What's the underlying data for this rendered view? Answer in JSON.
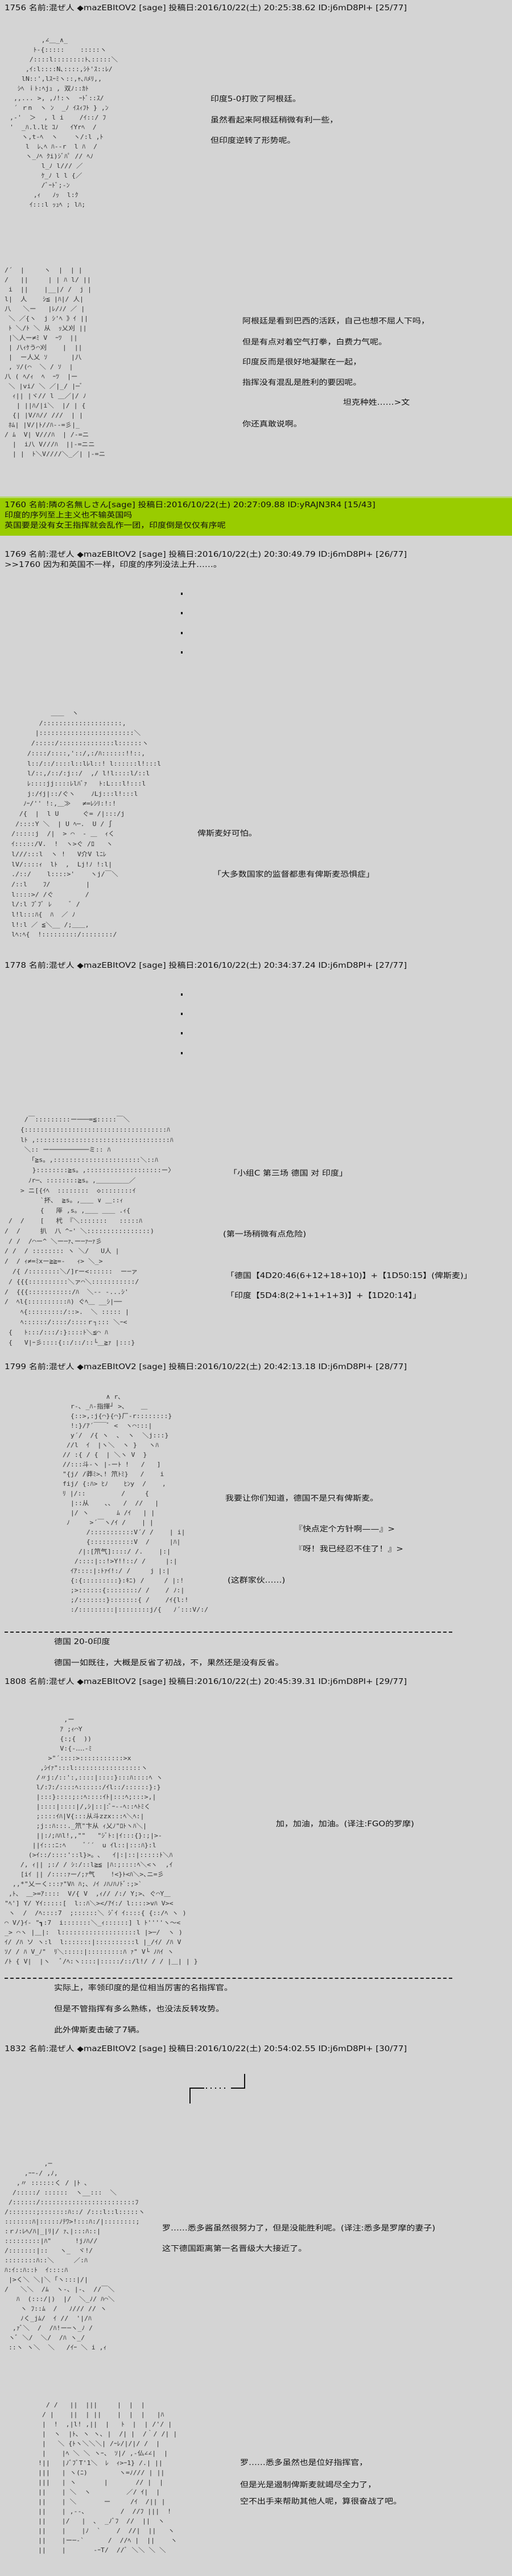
{
  "colors": {
    "background": "#d4d4d4",
    "highlight": "#99cc00"
  },
  "posts": [
    {
      "header": "1756 名前:混ぜ人 ◆mazEBItOV2 [sage] 投稿日:2016/10/22(土) 20:25:38.62 ID:j6mD8PI+ [25/77]",
      "lines": [
        "印度5-0打败了阿根廷。",
        "虽然看起来阿根廷稍微有利一些，",
        "但印度逆转了形势呢。",
        "阿根廷是看到巴西的活跃，自己也想不屈人下吗，",
        "但是有点对着空气打拳，白费力气呢。",
        "印度反而是很好地凝聚在一起，",
        "指挥没有混乱是胜利的要因呢。",
        "坦克种姓……>文",
        "你还真敢说啊。"
      ]
    },
    {
      "header": "1760 名前:隣の名無しさん[sage] 投稿日:2016/10/22(土) 20:27:09.88 ID:yRAJN3R4 [15/43]",
      "lines": [
        "印度的序列至上主义也不输英国吗",
        "英国要是没有女王指挥就会乱作一团，印度倒是仅仅有序呢"
      ]
    },
    {
      "header": "1769 名前:混ぜ人 ◆mazEBItOV2 [sage] 投稿日:2016/10/22(土) 20:30:49.79 ID:j6mD8PI+ [26/77]",
      "lines": [
        ">>1760 因为和英国不一样，印度的序列没法上升……。",
        "俾斯麦好可怕。",
        "「大多数国家的监督都患有俾斯麦恐惧症」"
      ]
    },
    {
      "header": "1778 名前:混ぜ人 ◆mazEBItOV2 [sage] 投稿日:2016/10/22(土) 20:34:37.24 ID:j6mD8PI+ [27/77]",
      "lines": [
        "「小组C 第三场 德国 对 印度」",
        "(第一场稍微有点危险)",
        "「德国【4D20:46(6+12+18+10)】+【1D50:15】(俾斯麦)」",
        "「印度【5D4:8(2+1+1+1+3)】+【1D20:14】」"
      ]
    },
    {
      "header": "1799 名前:混ぜ人 ◆mazEBItOV2 [sage] 投稿日:2016/10/22(土) 20:42:13.18 ID:j6mD8PI+ [28/77]",
      "lines": [
        "我要让你们知道，德国不是只有俾斯麦。",
        "『快点定个方针啊——』>",
        "『呀！我已经忍不住了！』>",
        "(这群家伙……)",
        "德国 20-0印度",
        "德国一如既往，大概是反省了初战，不，果然还是没有反省。"
      ]
    },
    {
      "header": "1808 名前:混ぜ人 ◆mazEBItOV2 [sage] 投稿日:2016/10/22(土) 20:45:39.31 ID:j6mD8PI+ [29/77]",
      "lines": [
        "加，加油，加油。(译注:FGO的罗摩)",
        "实际上，率领印度的是位相当厉害的名指挥官。",
        "但是不管指挥有多么熟练，也没法反转攻势。",
        "此外俾斯麦击破了7辆。"
      ]
    },
    {
      "header": "1832 名前:混ぜ人 ◆mazEBItOV2 [sage] 投稿日:2016/10/22(土) 20:54:02.55 ID:j6mD8PI+ [30/77]",
      "lines": [
        "罗……悉多酱虽然很努力了，但是没能胜利呢。(译注:悉多是罗摩的妻子)",
        "这下德国距离第一名晋级大大接近了。",
        "罗……悉多虽然也是位好指挥官，",
        "但是光是遏制俾斯麦就竭尽全力了，",
        "空不出手来帮助其他人呢，算很奋战了吧。"
      ]
    }
  ],
  "art": {
    "a1": "        ,∠＿_∧_\n      ﾄ-{:::::    :::::ヽ\n     /::::l::::::::ﾄ､:::::＼\n    ,ｲ:l::::N､::::,ｼﾄ'ｽ::ﾚ/\n   lN::',lｽｰﾐヽ::,ｬ､ﾊﾒﾘ,,\n  ｼﾍ ｉﾄ:ﾍjｭ , 双ﾉ::ｶﾄ\n ,,... >, ,ﾉ!:ヽ  ｰﾄﾞ::ｽ/\n ´ ｒn  ヽ ﾝ  _ﾉ ｲｽｨﾌﾄ } ,ﾝ\n,-'  ＞  , l i    /ｲ::/ ﾌ\n'  _ﾊ.l.lﾋ ｺﾉ   ｲYrﾍ  /\n   ヽ,t-ﾍ  ヽ    ヽ/:l ,ﾄ\n    l  ﾚ､ﾍ ﾊ-‐r  l ﾊ  /\n    ヽ_ﾉﾍ ｸi)ｼﾞﾊﾟ // ﾍﾉ\n        l_ﾉ l/// ／\n        ｹ_ﾉ l l {／\n        /ﾞｰﾄﾞ;‐ﾝ\n      ,ｨ   ﾉｯ  l:ｸ\n     ｲ:::l ｯｭﾍ ; lﾊ;",
    "a2": "/´  |     ヽ  |  | |\n/   ||     | | ﾊ l/ ||\n i  ||    |__|/ /  j |\nl|  人    ｼ≦ |ﾊ|/ 人|\n八   ＼ー   |ﾚ/ﾉ/ ／ |\n ＼ ／{ヽ  j ｼ'ﾍ 》ｲ ||\n ﾄ ＼/ﾄ ＼ 从  ｯ乂刈 ||\n |＼人ー≠ﾐ V  ｰﾂ  ||\n | 八ｨｹう⌒刈    |  ||\n |  ー人乂 ｿ      |八\n , ｿ/(⌒  ＼ / ｿ  |\n八 ( ﾍ/ｨ  ﾍ  ｰﾂ  |ー\n ＼ |vi/ ＼ ／|_/ |─ﾞ\n  ｨ|| |ヾ// l ＿／|/ ﾉ\n   | ||ﾊ/|i＼  |/ | {\n  {| |V/ﾊ// ///  | |\n ﾎﾑ| |V/|ﾄ//ﾊ--=彡|_\n/ ﾑ  V| V///ﾊ  | /-=ニ\n  |  i八 V///ﾊ  ||-=ニニ\n  | |  ﾄ＼V////＼_／| |-=ニ",
    "a3": "          ＿＿  ヽ\n       /::::::::::::::::::::,\n      |::::::::::::::::::::::::＼\n     /:::::/::::::::::::::l::::::ヽ\n    /::::/::::,'::/,:/ﾊ::::::!!::,\n    l::/::/::::l::lﾚl::! l::::::l!:::l\n    l/::,/::/:j::/  ,/ l!l::::l/::l\n    ﾚ::::jj::::ﾚlﾊﾞｧ   ﾄ:L:::l!:::l\n    j:/ｲj|::/ぐヽ    ﾉLj:::l!:::l\n   ﾉｰ/'' !:,＿≫   ≠=ﾚｼﾘ:!:!\n  /{  |  l U      ぐ= /|:::/j\n /::::Y ＼  | U ﾍ─.  U / ∫\n/:::::j  /|  > ⌒  ‐ ＿  ｨく\nｲ:::::/V.  !  ヽ>ぐ /ﾛ   ヽ\nl///:::l  ヽ !   V介V lﾆﾚ\nlV/::::ｨ  lﾄ  ,  Lj!ﾉ !:l|\n./::/    l::::>'    ヽj/￣＼\n/::l    ﾌ/         |\nl::::>/ /ぐ        /\nl/:l ﾌﾞﾌﾞ ﾚ     ﾞ /\nl!l:::ﾊ{  ﾊ  ／ ﾉ\nl!:l ／ ≦＼__ /;＿＿,\nlﾍ:ﾍ{  !:::::::::/::::::::/",
    "a4": "     /￣:::::::::ー───=≦:::::￣＼\n    {::::::::::::::::::::::::::::::::::::ﾊ\n    lﾄ ,::::::::::::::::::::::::::::::::::ﾊ\n     ＼:: ー──────────ミ:: ﾊ\n      「≧s。,::::::::::::::::::::::＼::ﾊ\n       }::::::::≧s。,:::::::::::::::::::ー〉\n      ﾉr─、::::::::≧s。,＿＿＿＿＿／\n    > ニ[{ｲﾍ  ::::::::  ◇::::::::ｲ\n         `抔､  ≧s。,＿＿ ∨ ＿::ｨ\n         {   厗 ,s。,＿＿ ＿＿ .ｨ{\n /  /    [   杙 『＼:::::::   :::::ﾊ\n/  /     扒  八 ^ｰ' ＼::::::::::::::::)\n / /  /⌒ー^ ＼ー─ｧ､ー─ｧ─ｧ彡\n/ /  / :::::::: ヽ ＼/   U人 |\n/  / ｨ≠=ﾐxー≧≧=-   ｨ> ＼_>\n  /{ /::::::::＼/]rー<::::::  ー─ァ\n / {{{::::::::::＼ァ⌒＼:::::::::::/\n/  {{{:::::::::::/ﾊ  ＼-- ‐...ｼ'\n/  ﾍl{::::::::::ﾊ) ぐﾍ＿ __ｼ|──\n    ﾍ{:::::::::/::>.  ＼ ::::: |\n    ﾍ::::::/::::/::::ｒ┐::: ＼ｰ<\n {   ﾄ:::/:::/:}::::ﾄ＼≦⌒ ﾊ\n {   V|ｰ彡::::{::/::/::└＿≧ｧ |:::}",
    "a5": "           ∧ r､\n  r‐､ _ﾊ-指揮┘ >､    ＿\n  {::>,:j{⌒}{⌒}厂‐r::::::::}\n  !:}/ｱ´￣￣ﾞ <  ヽ⌒:::|\n  y´/  /{ ヽ  ､  ヽ  ＼j:::}\n //l  ｲ  |ヽ＼  ヽ }   ヽﾊ\n// :{ / {  | ＼ヽ V  }\n//:::斗‐ヽ |‐ーﾄ !   /   ]\n\"{j/ /莽ﾐ>､! 笊ﾄﾐ}   /    i\nfij/ {:ﾊ> ﾋﾉ    ﾋﾝy  /    ,\nﾘ |/::         /     {\n  |::从    ､､   /  //   |\n  |/ ヽ       ﾑ /ｲ   | |\n ﾉ     >´￣ヽ/ｲ /    | |\n      /:::::::::::V´/ /    | i|\n      {:::::::::::V  /     |ﾊ|\n    /|:[笊气]::::/ /.    |:|\n   /::::|::!>Y!!::/ /     |:|\n  ｲｱ::::|:ﾄｧｲ!:/ /     j |:|\n  {:{:::::::::}:ｷﾆ) /     / |:!\n  ;>::::::{::::::::/ /    / ﾉ:|\n  ;/:::::::}:::::::{ /    /ｲ{l:!\n  :/:::::::::|::::::::j/{   ﾉ´:::V/:/",
    "a6": "               ,ー\n              ｱ ;ｨ⌒Y\n              {:;{  ))\n              V:{-‥‥-ﾐ\n           >\"´::::>:::::::::::>x\n         ,ｼｲｧ\":::l:::::::::::::::::ヽ\n        /〃j:/::':,::::|::::}:::ﾊ::::ﾍ ヽ\n        l/:ﾌ:/::::ﾍ::::::/ｲl::/::::::}:}\n        |:::}::::;::ﾍ::::ｲﾄ|:::ﾍ;:::>,|\n        |::::|::::|/,ｼ|::|:ﾞｰ‐‐ﾍ::ﾍﾄﾐく\n        ;::::ｲﾊ|V{:::从斗zzx:::ﾍ＼ﾍ:|\n        ;j::ﾊ:::._笊\"卞从 ｨ乂ﾉ\"ﾛﾄヽﾊ＼|\n        ||:ﾉ;ﾊﾊl!,,\"\"   \"ｼﾞﾄ:|ｲ:::{}:;|>‐\n       ||ｲ:::ﾆ:ﾍ     ﾞ´´  u ｲl::|:::ﾊ}:l\n      (>ｲ::/::::'::l}>。､   ｲ|:|::|:::::ﾄ＼ﾊ\n    /, ｨ|| ;:/ / ｼ:/::l≧≦ |ﾊ:;::::ﾍ＼<ヽ  ,ｲ\n    [iｲ || /::::ｧー/;ｧ气    !<}ﾄ<ﾊ＼>､ニ=彡\n  ,,*\"乂ーく:::ｧ\"Vﾊ ﾊ;､ ﾉｲ ﾉﾊﾉﾊﾉﾄﾞ:;>`\n ,ﾄ、 ＿>=ｱ::::  V/{ V  ,ｨ// /:/ Y;>､ ぐ⌒Y＿\n\"ﾍ'] Y/ Yｲ:::::[  l::ﾊ＼></ｱｲ:/ l::::>vﾊ V><\n ヽ  /  /ﾍ::::7  ;::::::＼ ｼﾞｲ ｲ::::{ {::/ﾍ ヽ )\n⌒ V/}ｲ- \"┓:7  i:::::::＼_ｨ::::::] l ﾄ''''ヽ〜<\n_> ⌒ヽ |＿|:  l:::::::::::::::::::l |>─/  ヽ )\nｲ/ /ﾊ ソ ヽ:l  l:::::::|::::::::::l |_/ｲ/ /ﾊ V\nｿ/ / ﾊ V_ﾉ\"  ﾘ＼:::::|:::::::::ﾊ ｧ\" V└ ﾉﾊｲ ヽ\n/ﾄ { V|  |ヽ   ﾞ/ﾍ:ヽ::::|:::::/::/l!/ / / |＿| | }",
    "a7": "          ,─\n     ,ｰｰ-/ ,ﾉ,\n   ,〃 ::::::く / |ﾄ ､\n  /:::::/ ::::::  ヽ__:::  ＼\n /::::::/::::::::::::::::::::::::ﾌ\n/:::::::;:::::::ﾊ::/ /:::l::l:::::ヽ\n:::::::ﾊ|:::::ﾉﾃﾜ>!:::ﾊ:/|::::::::;\n:ｒﾉ:ﾚﾍ/ﾊ|_|ﾘ|/ ｧ､|:::ﾊ::|\n:::::::::|ﾊ\"      !jﾉﾊ//\n/:::::::|::   ヽ_  ヾ!/\n::::::::ﾊ::＼     ／:ﾊ\nﾊ:ｲ::ﾊ::ﾄ  ｲ::::ﾊ\n |>く＼ ＼|＼ ｢ヽ:::|/|\n/   ＼＼  /ﾑ  ヽ-､ |-､  //￣＼\n   ﾊ  (:::/|)  |/  ＼_ﾉ/ ﾊ⌒＼\n    ヽ ﾌ::ﾑ  /   ﾉ/// // ヽ\n    ﾉく_jﾑ/  ｲ //  '|/ﾊ\n  ,ｧﾞ＼  /  /ﾊ!ー─ヽ_ﾉ /\n ヽﾞ ＼/  ＼/  /ﾊ ヽ_/\n ::ヽ ヽ＼  ＼   /ｲｰ ＼ i ,ｨ",
    "a8": "   / /   ||  |||     |  |  |\n  / |    ||  | ||    |  |  |   |ﾊ\n  |  !  ,|l! ,||  |   ﾄ  |  | /'/ |\n  |  ヽ  |ﾄ､ ヽ ヽ､ |  /| |  /｀/ /| |\n  |   ＼ {ﾄヽ＼＼＼| /ｰﾚ/|/|/ /  |\n  |    |ﾍ ＼ ＼ ヽｰ、 ｿ|/ ,-仏∠∠|  |\n !||   |ﾉﾞﾌﾞT'1＼  ﾚ  ｨ>ｰ1} /.| ||\n |||   | ヽ(ﾆ)        ヽ=ﾉ/// | ||\n |||   | ヽ       |       // |  |\n ||    | ＼  ヽ         ／/ ｲ|  |\n ||    | ＼       ー     /ｲ  /|| |\n ||    | ,-‐､         /  //ﾌ |||  !\n ||    |/   |  ､  _ﾉﾞﾌ  //  ||  ヽ\n ||    |    |ﾉ  `    /  //|  ||   ヽ\n ||    |ー─‐`      /  //ﾍ |  ||    ヽ\n ||    |       -ｰT/  //ﾞ ＼＼ ＼ ＼"
  }
}
